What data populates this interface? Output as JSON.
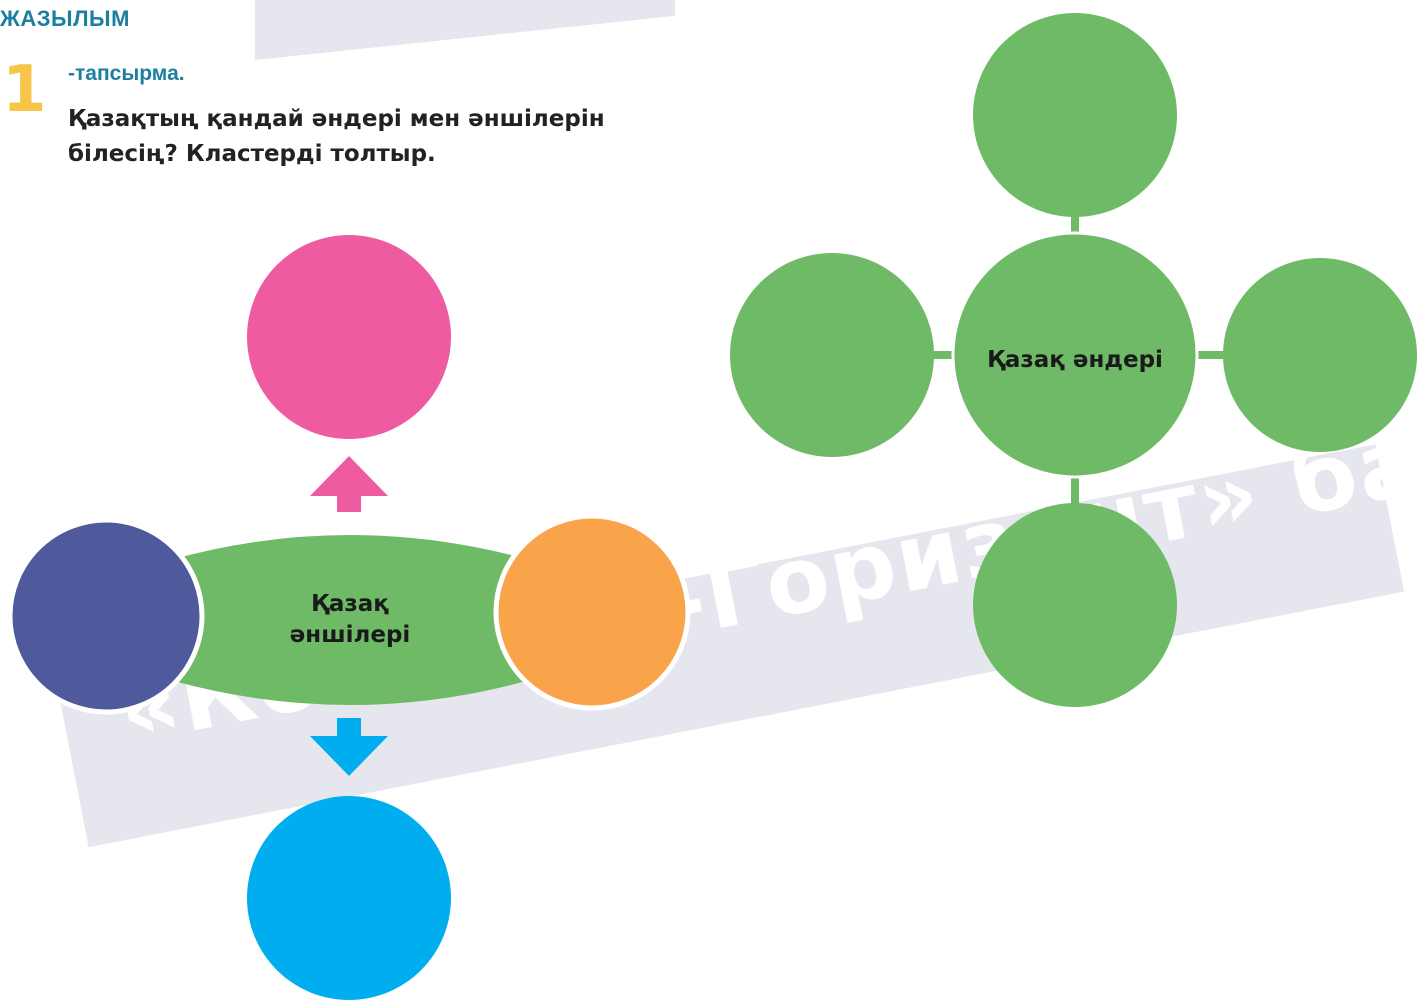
{
  "header": {
    "section_title": "ЖАЗЫЛЫМ"
  },
  "task": {
    "number": "1",
    "label": "-тапсырма.",
    "instruction": "Қазақтың қандай әндері мен әншілерін білесің? Кластерді толтыр."
  },
  "cluster_singers": {
    "center_text": "Қазақ әншілері",
    "colors": {
      "center": "#6fba67",
      "top": "#ef5ba1",
      "left": "#4e5a9c",
      "right": "#f9a34b",
      "bottom": "#00adef"
    }
  },
  "cluster_songs": {
    "center_text": "Қазақ әндері",
    "colors": {
      "nodes": "#6fba67",
      "connectors": "#6fba67"
    }
  },
  "watermark": {
    "text": "«Көкжиек-Горизонт» баспасы"
  }
}
